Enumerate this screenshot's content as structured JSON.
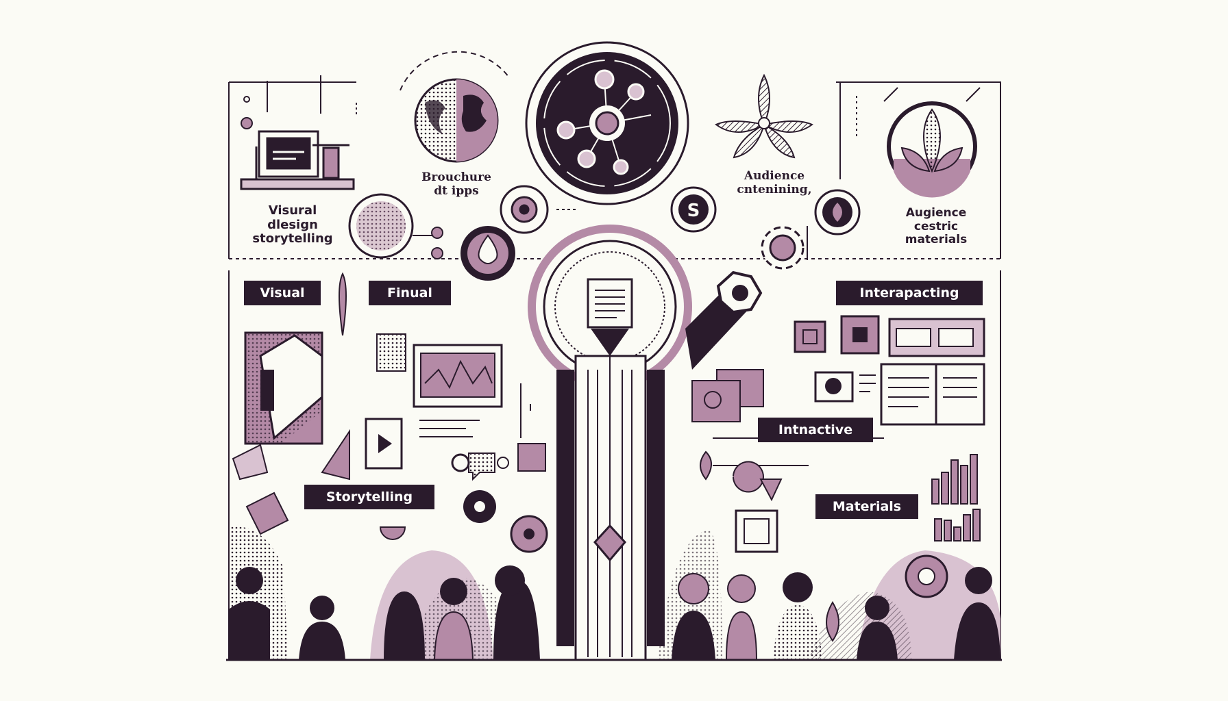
{
  "colors": {
    "background": "#fbfbf5",
    "ink": "#2a1b2c",
    "mauve": "#b48aa6",
    "light_mauve": "#d9c2d1"
  },
  "labels": {
    "top_left": "Visural\ndlesign\nstorytelling",
    "brochure": "Brouchure\ndt ipps",
    "audience_top": "Audience\ncntenining,",
    "top_right": "Augience\ncestric\nmaterials"
  },
  "tags": {
    "visual": "Visual",
    "final": "Finual",
    "interpacting": "Interapacting",
    "intnactive": "Intnactive",
    "storytelling": "Storytelling",
    "materials": "Materials"
  },
  "icons": [
    "laptop-icon",
    "globe-icon",
    "network-hub-icon",
    "flower-icon",
    "lotus-icon",
    "s-badge-icon",
    "leaf-badge-icon",
    "drop-icon",
    "gear-icon",
    "document-icon",
    "play-icon",
    "chart-icon",
    "book-icon",
    "audience-silhouettes-icon"
  ]
}
